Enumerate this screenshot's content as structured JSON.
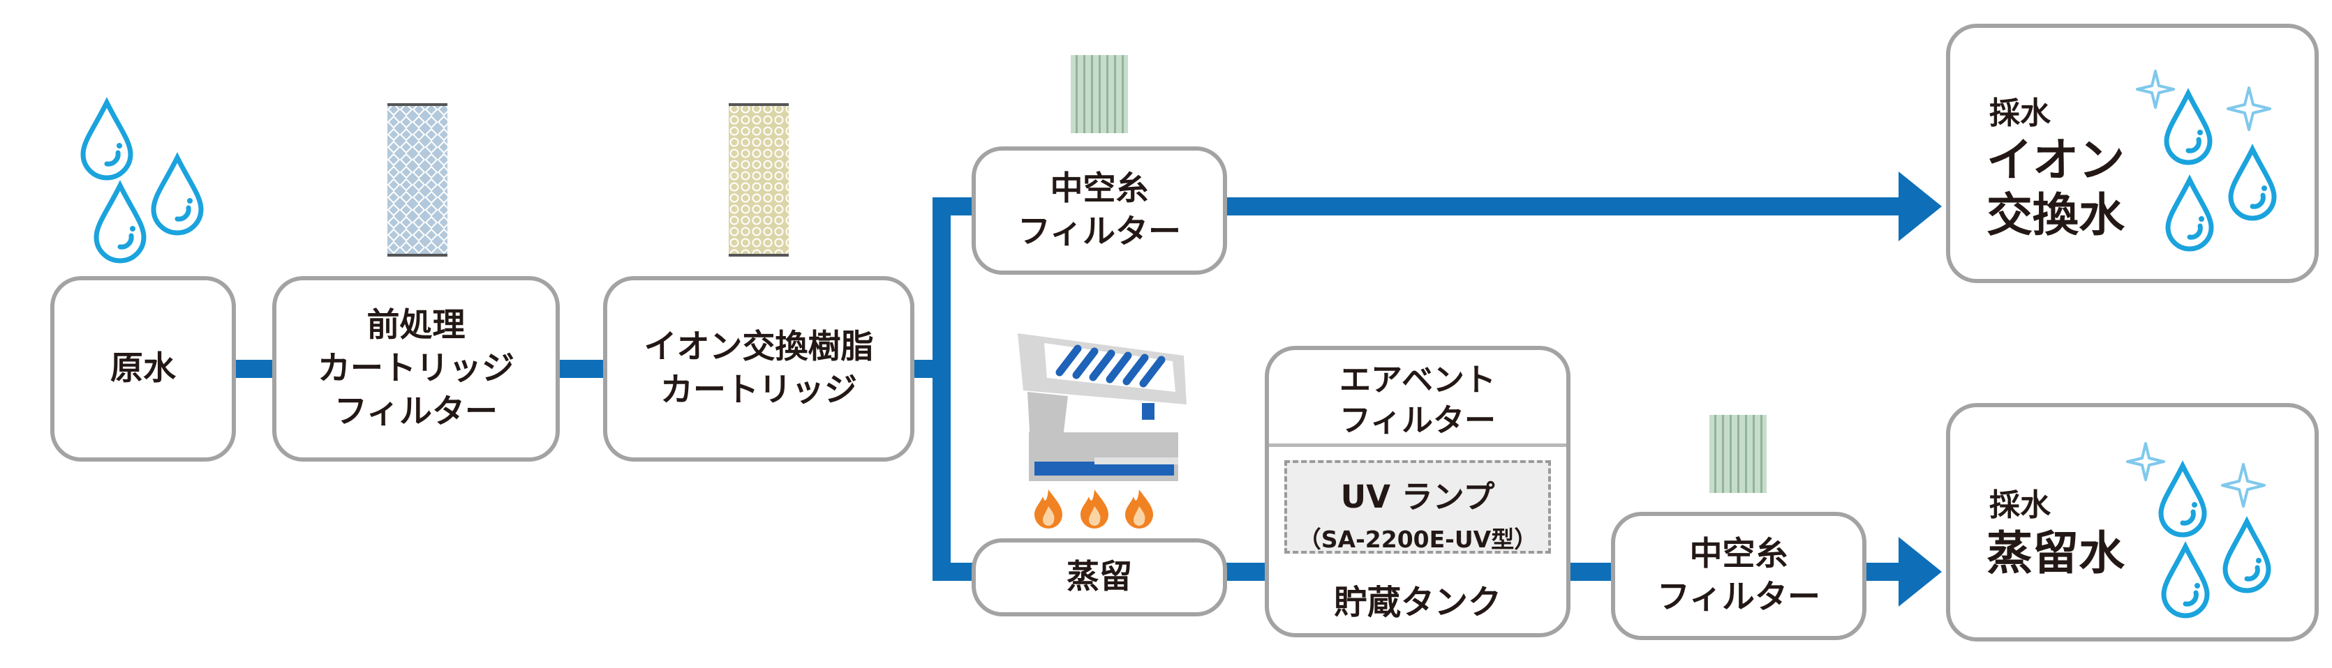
{
  "colors": {
    "pipe": "#0e6fb8",
    "drop": "#1aa3dd",
    "sparkle": "#7fc8ec",
    "border": "#a3a3a3",
    "flame": "#f08223"
  },
  "icons": [
    "water-drop-icon",
    "pre-filter-cartridge-icon",
    "resin-cartridge-icon",
    "hollow-fiber-filter-icon",
    "distiller-icon",
    "flame-icon",
    "sparkle-icon"
  ],
  "nodes": {
    "raw_water": {
      "label": "原水"
    },
    "pre_filter": {
      "lines": [
        "前処理",
        "カートリッジ",
        "フィルター"
      ]
    },
    "ion_resin": {
      "lines": [
        "イオン交換樹脂",
        "カートリッジ"
      ]
    },
    "hollow_fiber_upper": {
      "lines": [
        "中空糸",
        "フィルター"
      ]
    },
    "distillation": {
      "label": "蒸留"
    },
    "storage_tank": {
      "air_vent_lines": [
        "エアベント",
        "フィルター"
      ],
      "uv_lamp": "UV ランプ",
      "uv_model": "（SA-2200E-UV型）",
      "tank": "貯蔵タンク"
    },
    "hollow_fiber_lower": {
      "lines": [
        "中空糸",
        "フィルター"
      ]
    }
  },
  "outputs": {
    "ion_exchange": {
      "label": "採水",
      "title_lines": [
        "イオン",
        "交換水"
      ]
    },
    "distilled": {
      "label": "採水",
      "title_lines": [
        "蒸留水"
      ]
    }
  }
}
